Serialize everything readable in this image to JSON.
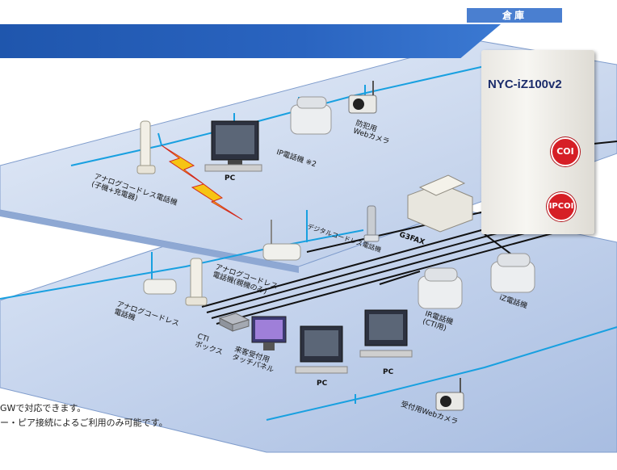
{
  "header": {
    "warehouse_label": "倉庫"
  },
  "server": {
    "title": "NYC-iZ100v2",
    "badges": [
      "COI",
      "IPCOI"
    ]
  },
  "devices": {
    "analog_cordless_upper": "アナログコードレス電話機\n(子機+充電器)",
    "pc_upper": "PC",
    "ip_phone": "IP電話機 ※2",
    "webcam_security": "防犯用\nWebカメラ",
    "digital_cordless": "デジタルコードレス電話機",
    "g3fax": "G3FAX",
    "analog_cordless_base": "アナログコードレス\n電話機(親機のみ)",
    "analog_cordless_lower": "アナログコードレス\n電話機",
    "cti_box": "CTI\nボックス",
    "reception_panel": "来客受付用\nタッチパネル",
    "pc_lower_1": "PC",
    "pc_lower_2": "PC",
    "ir_phone": "IR電話機\n(CTI用)",
    "iz_phone": "iZ電話機",
    "webcam_reception": "受付用Webカメラ"
  },
  "notes": {
    "line1": "GWで対応できます。",
    "line2": "ー・ピア接続によるご利用のみ可能です。"
  },
  "colors": {
    "floor_light": "#d8e2f2",
    "floor_dark": "#a9bde0",
    "network_line": "#18a0e0",
    "header_blue": "#2a64c0",
    "badge_red": "#d61f26"
  }
}
